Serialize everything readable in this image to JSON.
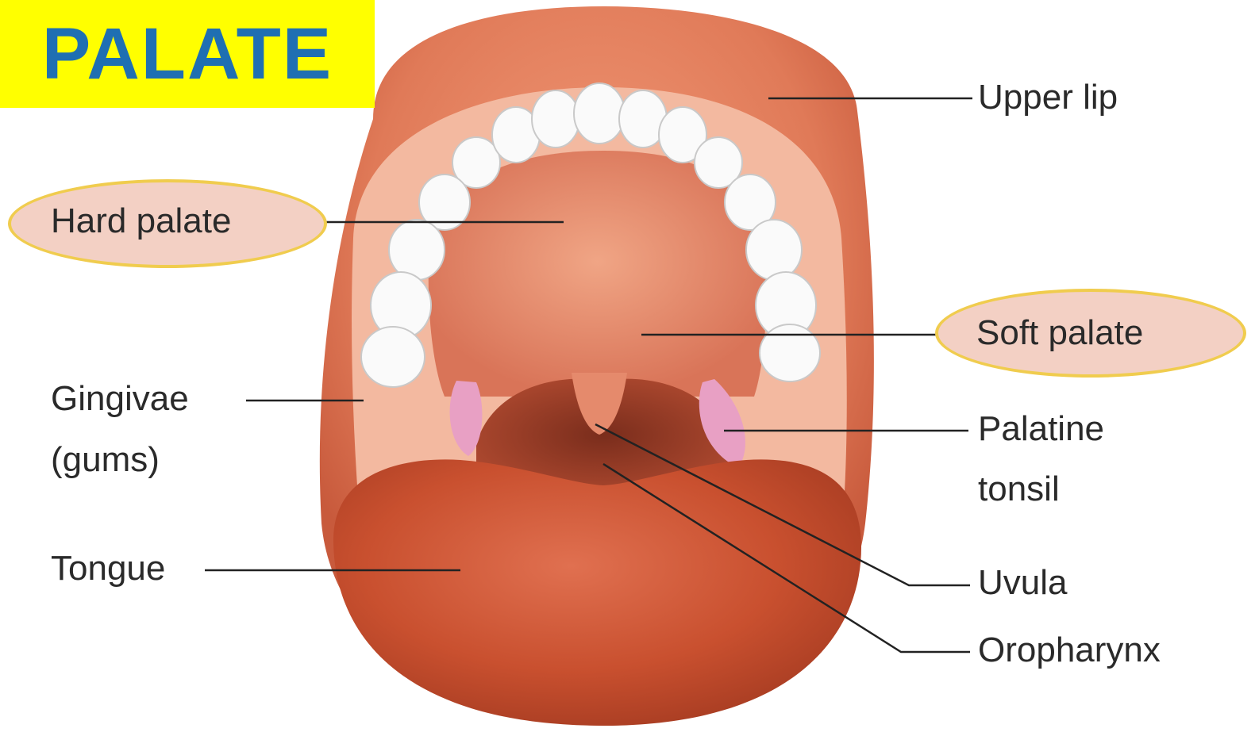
{
  "title": "PALATE",
  "colors": {
    "title_bg": "#ffff00",
    "title_text": "#1f6fb2",
    "highlight_fill": "#f3d0c4",
    "highlight_border": "#f0cc4e",
    "tissue": "#d8664a",
    "tongue": "#c9502f",
    "teeth": "#fafafa",
    "tonsil": "#e8a0c4"
  },
  "labels": {
    "upper_lip": "Upper lip",
    "hard_palate": "Hard palate",
    "soft_palate": "Soft palate",
    "gingivae_line1": "Gingivae",
    "gingivae_line2": "(gums)",
    "palatine_line1": "Palatine",
    "palatine_line2": "tonsil",
    "tongue": "Tongue",
    "uvula": "Uvula",
    "oropharynx": "Oropharynx"
  },
  "highlighted": [
    "Hard palate",
    "Soft palate"
  ]
}
